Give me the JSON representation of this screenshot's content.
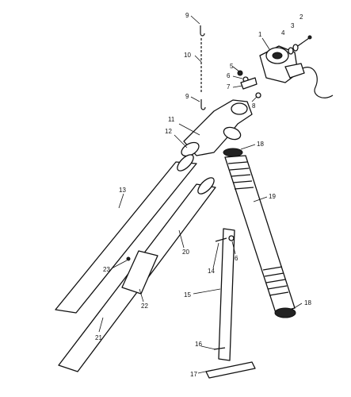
{
  "callouts": {
    "c1": "1",
    "c2": "2",
    "c3": "3",
    "c4": "4",
    "c5": "5",
    "c6": "6",
    "c7": "7",
    "c8": "8",
    "c9a": "9",
    "c9b": "9",
    "c10": "10",
    "c11": "11",
    "c12": "12",
    "c13": "13",
    "c14": "14",
    "c15": "15",
    "c16": "16",
    "c17": "17",
    "c18a": "18",
    "c18b": "18",
    "c19": "19",
    "c20": "20",
    "c21": "21",
    "c22": "22",
    "c23": "23",
    "c6b": "6"
  }
}
